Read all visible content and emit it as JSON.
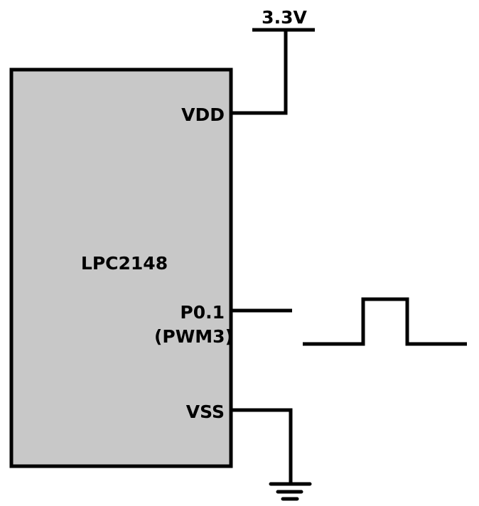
{
  "supply": {
    "label": "3.3V"
  },
  "chip": {
    "name": "LPC2148",
    "fill_color": "#c8c8c8",
    "pins": {
      "vdd": "VDD",
      "p01": "P0.1",
      "p01_function": "(PWM3)",
      "vss": "VSS"
    }
  }
}
